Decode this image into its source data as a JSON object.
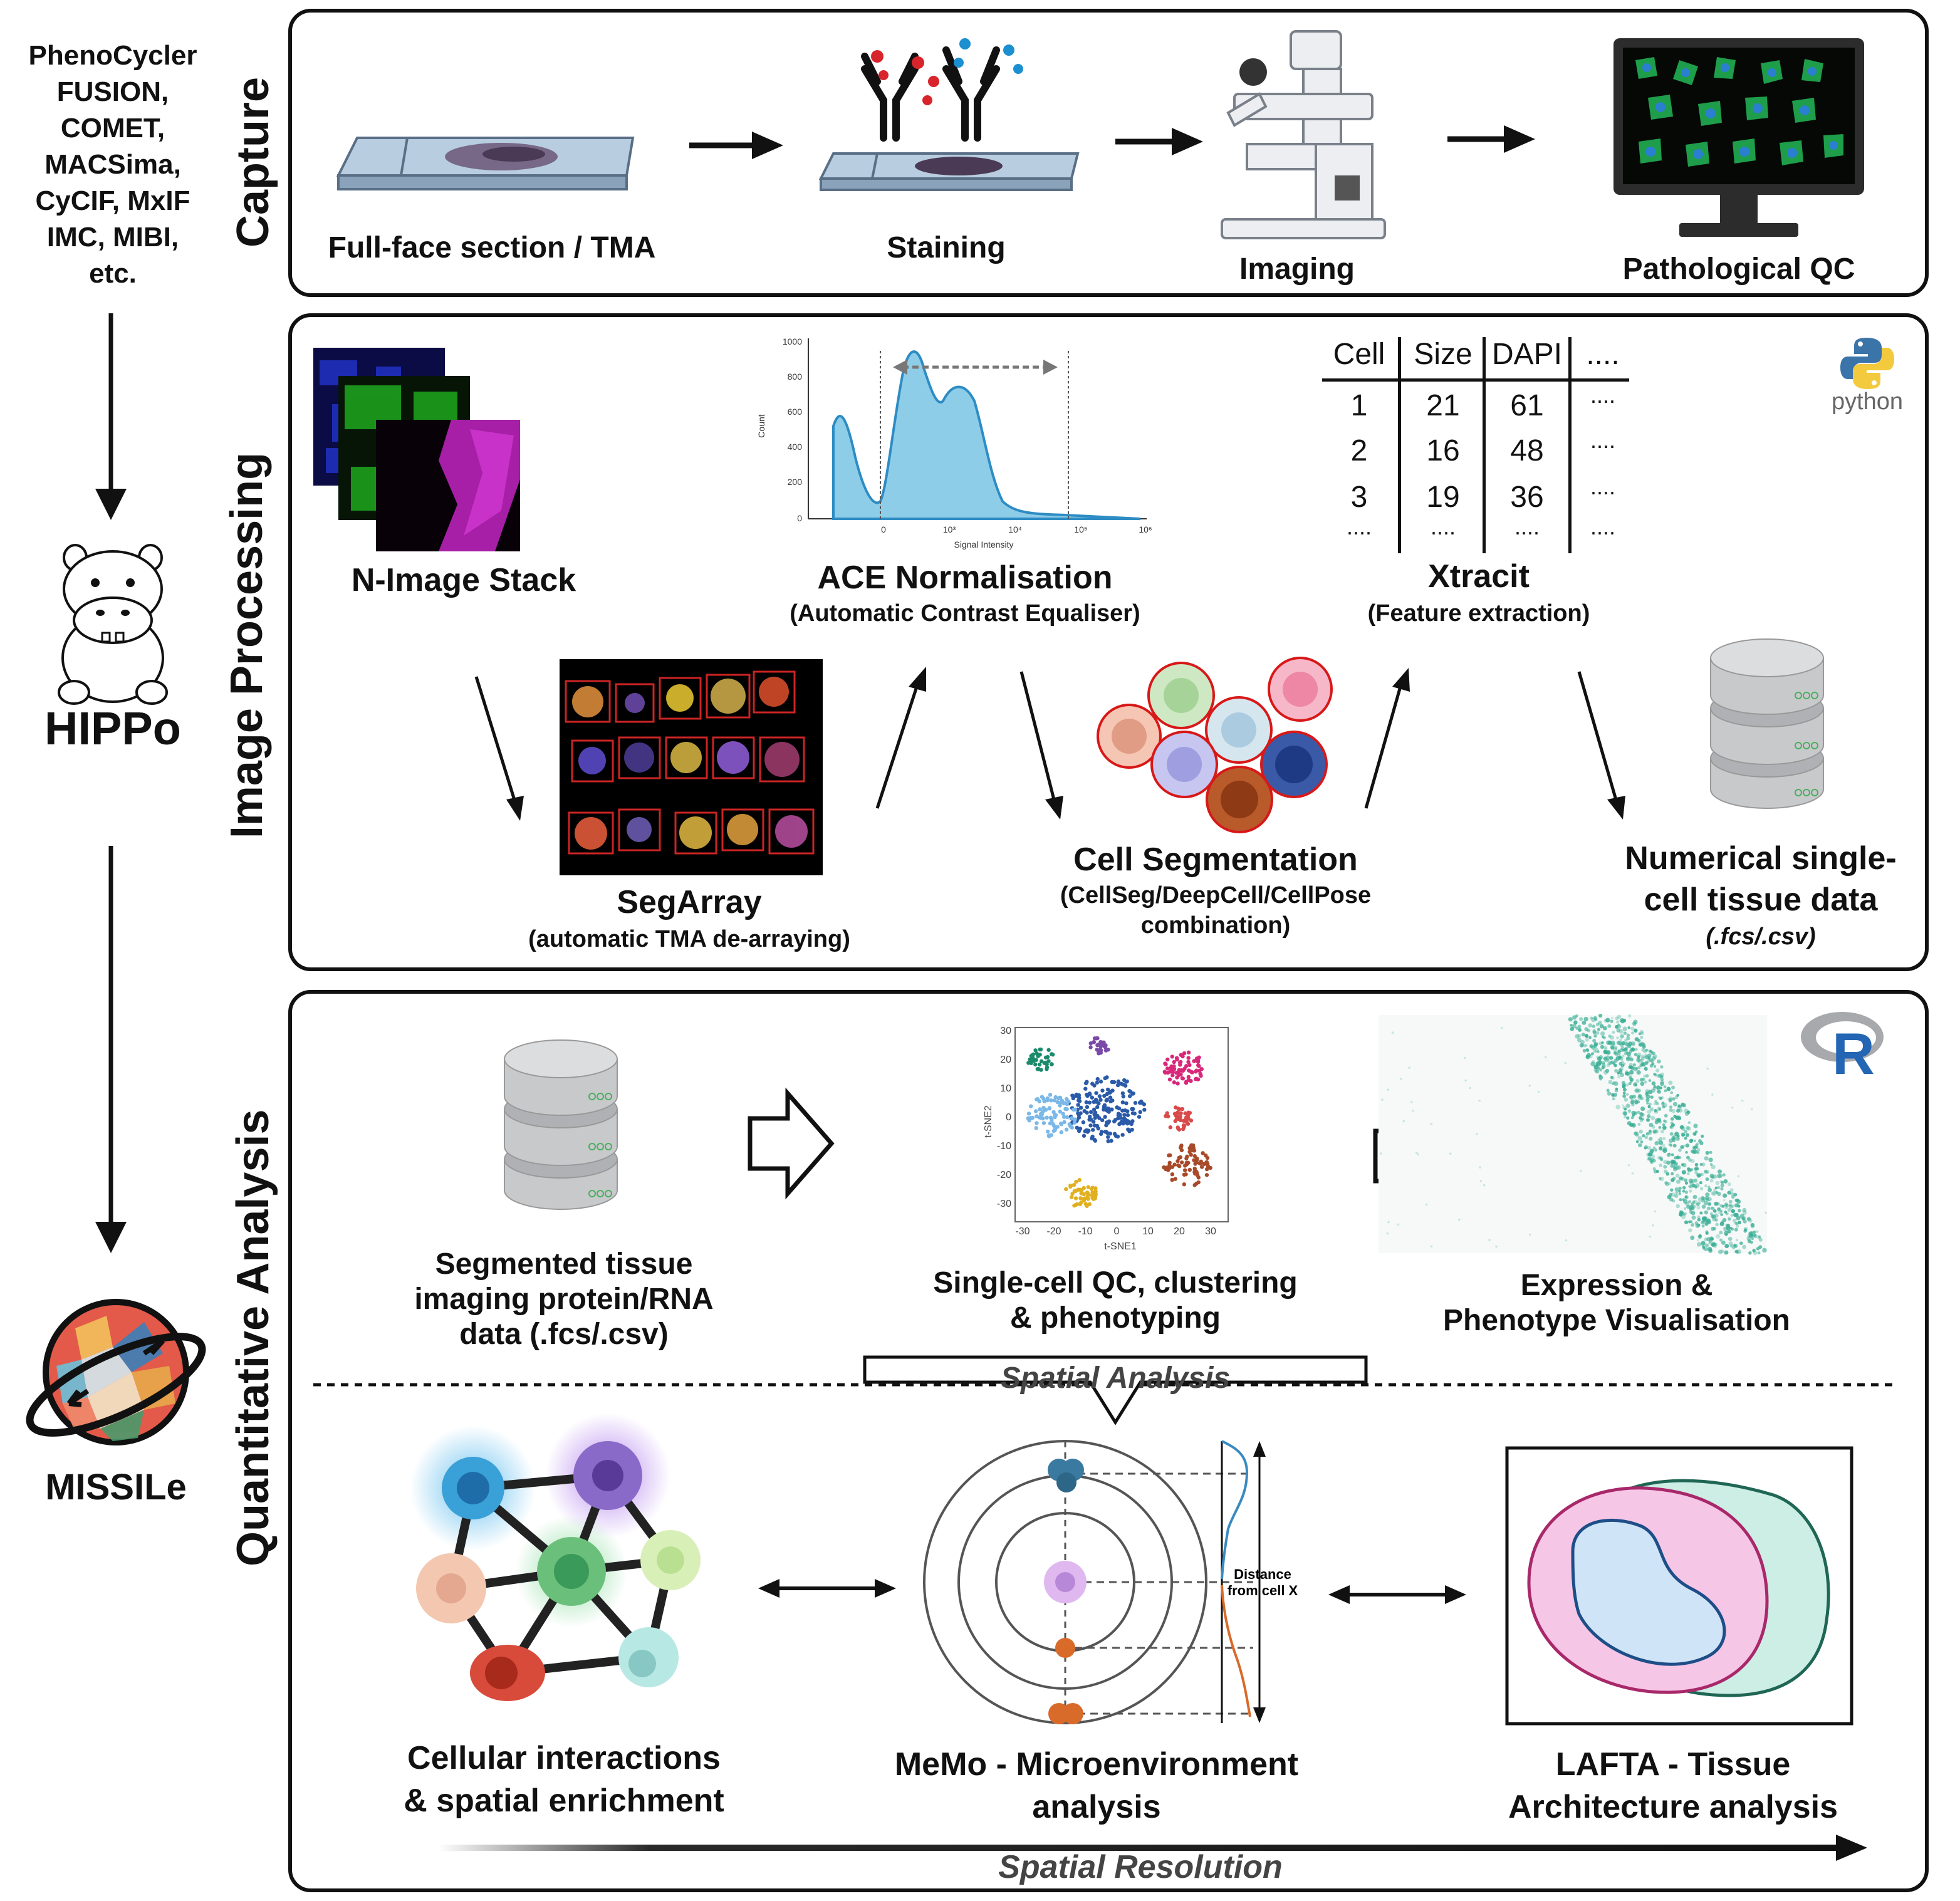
{
  "left": {
    "platforms": [
      "PhenoCycler",
      "FUSION,",
      "COMET,",
      "MACSima,",
      "CyCIF, MxIF",
      "IMC, MIBI,",
      "etc."
    ],
    "hippo_label": "HIPPo",
    "missile_label": "MISSILe"
  },
  "capture": {
    "title": "Capture",
    "steps": [
      "Full-face section / TMA",
      "Staining",
      "Imaging",
      "Pathological QC"
    ]
  },
  "processing": {
    "title": "Image Processing",
    "python_label": "python",
    "nimage": "N-Image Stack",
    "ace_title": "ACE Normalisation",
    "ace_sub": "(Automatic Contrast Equaliser)",
    "ace_chart": {
      "yticks": [
        "1000",
        "800",
        "600",
        "400",
        "200",
        "0"
      ],
      "xticks": [
        "0",
        "10³",
        "10⁴",
        "10⁵",
        "10⁶"
      ],
      "ylabel": "Count",
      "xlabel": "Signal Intensity"
    },
    "xtracit_title": "Xtracit",
    "xtracit_sub": "(Feature extraction)",
    "table": {
      "headers": [
        "Cell",
        "Size",
        "DAPI",
        "...."
      ],
      "rows": [
        [
          "1",
          "21",
          "61",
          "...."
        ],
        [
          "2",
          "16",
          "48",
          "...."
        ],
        [
          "3",
          "19",
          "36",
          "...."
        ],
        [
          "....",
          "....",
          "....",
          "...."
        ]
      ]
    },
    "segarray_title": "SegArray",
    "segarray_sub": "(automatic TMA de-arraying)",
    "cellseg_title": "Cell Segmentation",
    "cellseg_sub1": "(CellSeg/DeepCell/CellPose",
    "cellseg_sub2": "combination)",
    "numerical_1": "Numerical single-",
    "numerical_2": "cell tissue data",
    "numerical_3": "(.fcs/.csv)"
  },
  "quant": {
    "title": "Quantitative Analysis",
    "r_label": "R",
    "segmented_1": "Segmented tissue",
    "segmented_2": "imaging protein/RNA",
    "segmented_3": "data (.fcs/.csv)",
    "tsne": {
      "yticks": [
        "30",
        "20",
        "10",
        "0",
        "-10",
        "-20",
        "-30"
      ],
      "xticks": [
        "-30",
        "-20",
        "-10",
        "0",
        "10",
        "20",
        "30"
      ],
      "xlabel": "t-SNE1",
      "ylabel": "t-SNE2"
    },
    "singlecell_1": "Single-cell QC, clustering",
    "singlecell_2": "& phenotyping",
    "expression_1": "Expression &",
    "expression_2": "Phenotype Visualisation",
    "spatial_analysis": "Spatial Analysis",
    "interactions_1": "Cellular interactions",
    "interactions_2": "& spatial enrichment",
    "memo_1": "MeMo - Microenvironment",
    "memo_2": "analysis",
    "distance_1": "Distance",
    "distance_2": "from cell X",
    "lafta_1": "LAFTA - Tissue",
    "lafta_2": "Architecture analysis",
    "spatial_resolution": "Spatial Resolution"
  },
  "colors": {
    "border": "#111111",
    "histogram": "#8ecde8",
    "teal": "#3aae95"
  }
}
